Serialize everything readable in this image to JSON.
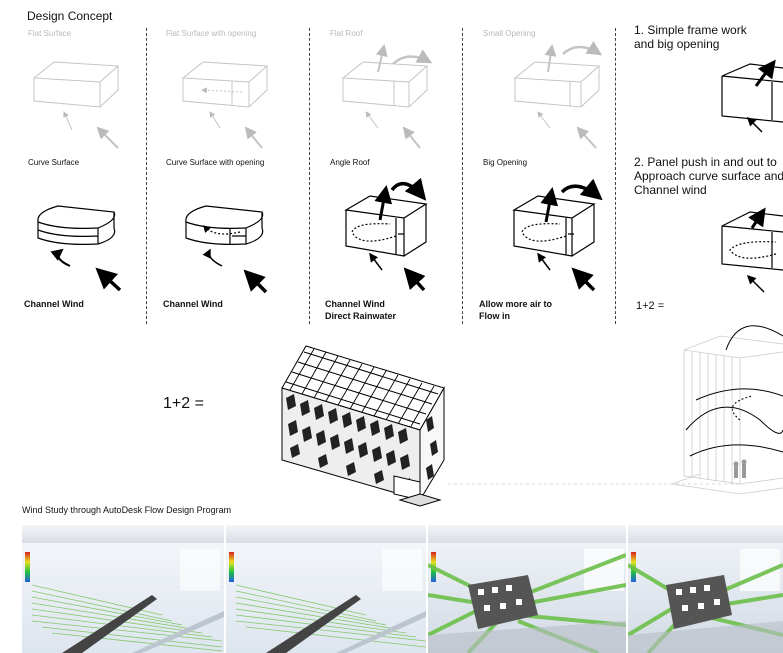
{
  "header": {
    "title": "Design Concept"
  },
  "row1": [
    "Flat Surface",
    "Flat Surface with opening",
    "Flat Roof",
    "Small Opening"
  ],
  "row2": [
    "Curve Surface",
    "Curve Surface with opening",
    "Angle Roof",
    "Big Opening"
  ],
  "captions": [
    {
      "line1": "Channel Wind",
      "line2": ""
    },
    {
      "line1": "Channel Wind",
      "line2": ""
    },
    {
      "line1": "Channel Wind",
      "line2": "Direct Rainwater"
    },
    {
      "line1": "Allow more air to",
      "line2": "Flow in"
    }
  ],
  "right": {
    "item1": {
      "line1": "1. Simple frame work",
      "line2": "and big opening"
    },
    "item2": {
      "line1": "2. Panel push in and out to",
      "line2": "Approach curve surface and",
      "line3": "Channel wind"
    },
    "combo": "1+2 ="
  },
  "center_combo": "1+2 =",
  "wind_study": {
    "title": "Wind Study through AutoDesk Flow Design Program"
  },
  "colors": {
    "flow_green": "#6cc04a",
    "sky": "#e6ecf4",
    "legend_top": "#d62020",
    "legend_bottom": "#2060e0"
  }
}
